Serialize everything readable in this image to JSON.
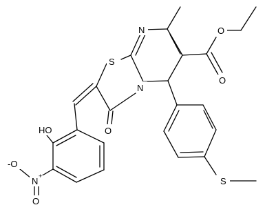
{
  "structure": {
    "atoms": {
      "n_ring": "N",
      "s_ring": "S",
      "n_fused": "N",
      "o_carbonyl": "O",
      "o_ester_carbonyl": "O",
      "o_ester": "O",
      "oh": "HO",
      "nitro_n": "N",
      "nitro_plus": "+",
      "nitro_o_top": "-O",
      "nitro_o_bottom": "O",
      "s_thioether": "S"
    }
  }
}
